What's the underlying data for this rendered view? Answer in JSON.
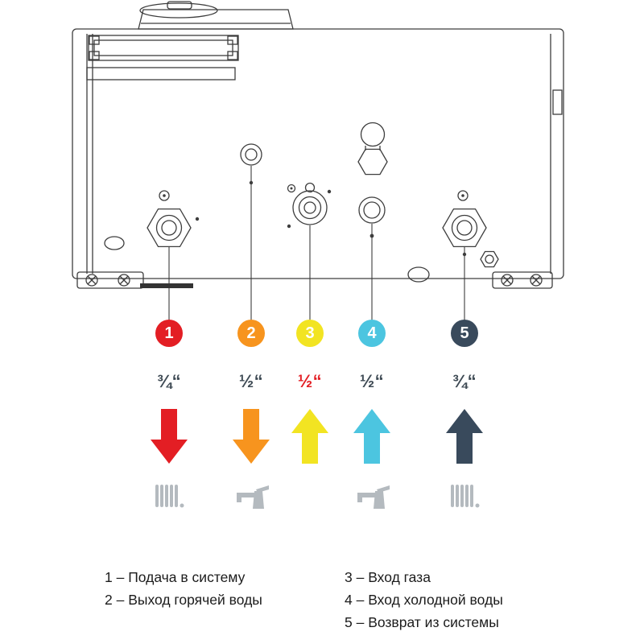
{
  "connections": [
    {
      "number": "1",
      "size": "¾“",
      "direction": "down",
      "color": "#e31e24",
      "size_color": "#3e4a54",
      "icon": "radiator"
    },
    {
      "number": "2",
      "size": "½“",
      "direction": "down",
      "color": "#f7941e",
      "size_color": "#3e4a54",
      "icon": "faucet"
    },
    {
      "number": "3",
      "size": "½“",
      "direction": "up",
      "color": "#f2e422",
      "size_color": "#e31e24",
      "icon": "none"
    },
    {
      "number": "4",
      "size": "½“",
      "direction": "up",
      "color": "#4cc5e0",
      "size_color": "#3e4a54",
      "icon": "faucet"
    },
    {
      "number": "5",
      "size": "¾“",
      "direction": "up",
      "color": "#394a5c",
      "size_color": "#3e4a54",
      "icon": "radiator"
    }
  ],
  "legend": {
    "left_items": [
      "1 – Подача в систему",
      "2 – Выход горячей воды"
    ],
    "right_items": [
      "3 – Вход газа",
      "4 – Вход холодной воды",
      "5 – Возврат из системы"
    ]
  },
  "icon_color": "#b4babf"
}
